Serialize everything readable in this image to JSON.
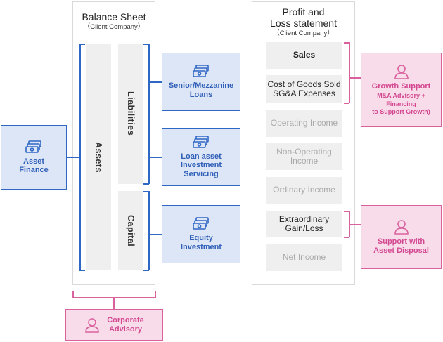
{
  "balance_sheet": {
    "title": "Balance Sheet",
    "subtitle": "（Client Company）",
    "assets": "Assets",
    "liabilities": "Liabilities",
    "capital": "Capital"
  },
  "pl": {
    "title_line1": "Profit and",
    "title_line2": "Loss statement",
    "subtitle": "（Client Company）",
    "items": [
      "Sales",
      "Cost of Goods Sold\nSG&A Expenses",
      "Operating Income",
      "Non-Operating\nIncome",
      "Ordinary Income",
      "Extraordinary\nGain/Loss",
      "Net Income"
    ]
  },
  "services": {
    "asset_finance": {
      "line1": "Asset",
      "line2": "Finance"
    },
    "senior_mezzanine": {
      "line1": "Senior/Mezzanine",
      "line2": "Loans"
    },
    "loan_asset": {
      "line1": "Loan asset",
      "line2": "Investment",
      "line3": "Servicing"
    },
    "equity": {
      "line1": "Equity",
      "line2": "Investment"
    },
    "growth": {
      "title": "Growth Support",
      "detail1": "M&A Advisory +",
      "detail2": "Financing",
      "detail3": "to Support Growth)"
    },
    "disposal": {
      "line1": "Support with",
      "line2": "Asset Disposal"
    },
    "corporate": {
      "line1": "Corporate",
      "line2": "Advisory"
    }
  },
  "colors": {
    "blue": "#2f67c5",
    "blue_fill": "#dde6f6",
    "pink": "#d9619e",
    "pink_fill": "#f8dcea"
  },
  "icons": {
    "money": "money-stack-icon",
    "person": "person-icon"
  }
}
